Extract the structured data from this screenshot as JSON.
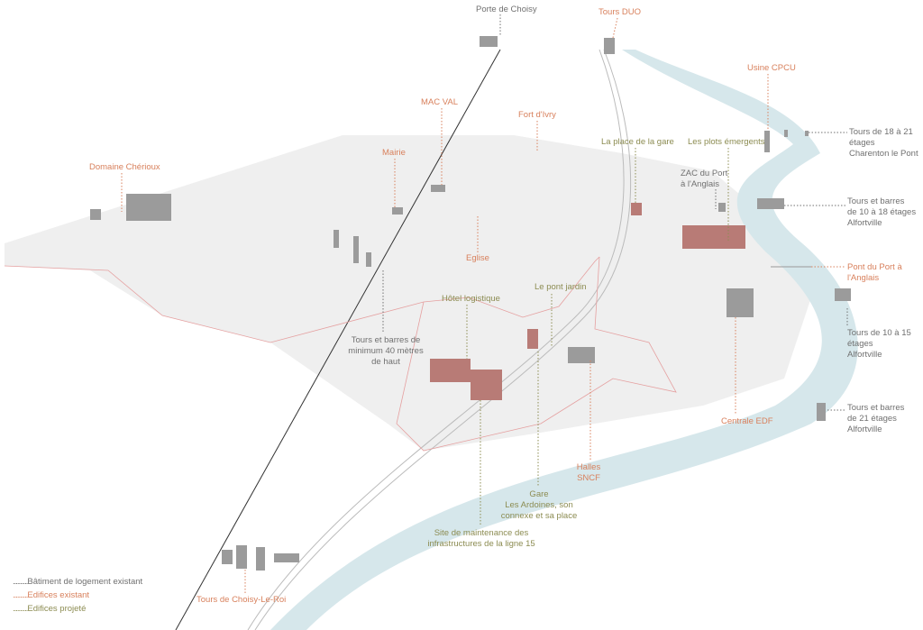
{
  "colors": {
    "existing_housing": "#707070",
    "existing": "#d8805c",
    "projected": "#8c8c52",
    "river": "#d6e7eb",
    "boundary": "#e5a0a0"
  },
  "labels": {
    "porte_choisy": "Porte de Choisy",
    "tours_duo": "Tours DUO",
    "usine_cpcu": "Usine CPCU",
    "mac_val": "MAC VAL",
    "fort_ivry": "Fort d'Ivry",
    "place_gare": "La place de la gare",
    "plots": "Les plots émergents",
    "cherioux": "Domaine Chérioux",
    "mairie": "Mairie",
    "zac": [
      "ZAC du Port",
      "à l'Anglais"
    ],
    "charenton": [
      "Tours de 18 à 21",
      "étages",
      "Charenton le Pont"
    ],
    "alfort_10_18": [
      "Tours et barres",
      "de 10 à 18 étages",
      "Alfortville"
    ],
    "eglise": "Eglise",
    "pont_port": [
      "Pont du Port à",
      "l'Anglais"
    ],
    "hotel_log": "Hôtel logistique",
    "pont_jardin": "Le pont jardin",
    "alfort_10_15": [
      "Tours de 10 à 15",
      "étages",
      "Alfortville"
    ],
    "tours_40": [
      "Tours et barres de",
      "minimum 40 mètres",
      "de haut"
    ],
    "alfort_21": [
      "Tours et barres",
      "de 21 étages",
      "Alfortville"
    ],
    "centrale": "Centrale EDF",
    "halles": [
      "Halles",
      "SNCF"
    ],
    "gare": [
      "Gare",
      "Les Ardoines, son",
      "connexe et sa place"
    ],
    "site_maint": [
      "Site de maintenance des",
      "infrastructures de la ligne 15"
    ],
    "choisy_roi": "Tours de Choisy-Le-Roi"
  },
  "legend": [
    {
      "dots": "..........",
      "label": "Bâtiment de logement existant"
    },
    {
      "dots": "..........",
      "label": "Edifices existant"
    },
    {
      "dots": "..........",
      "label": "Edifices projeté"
    }
  ]
}
